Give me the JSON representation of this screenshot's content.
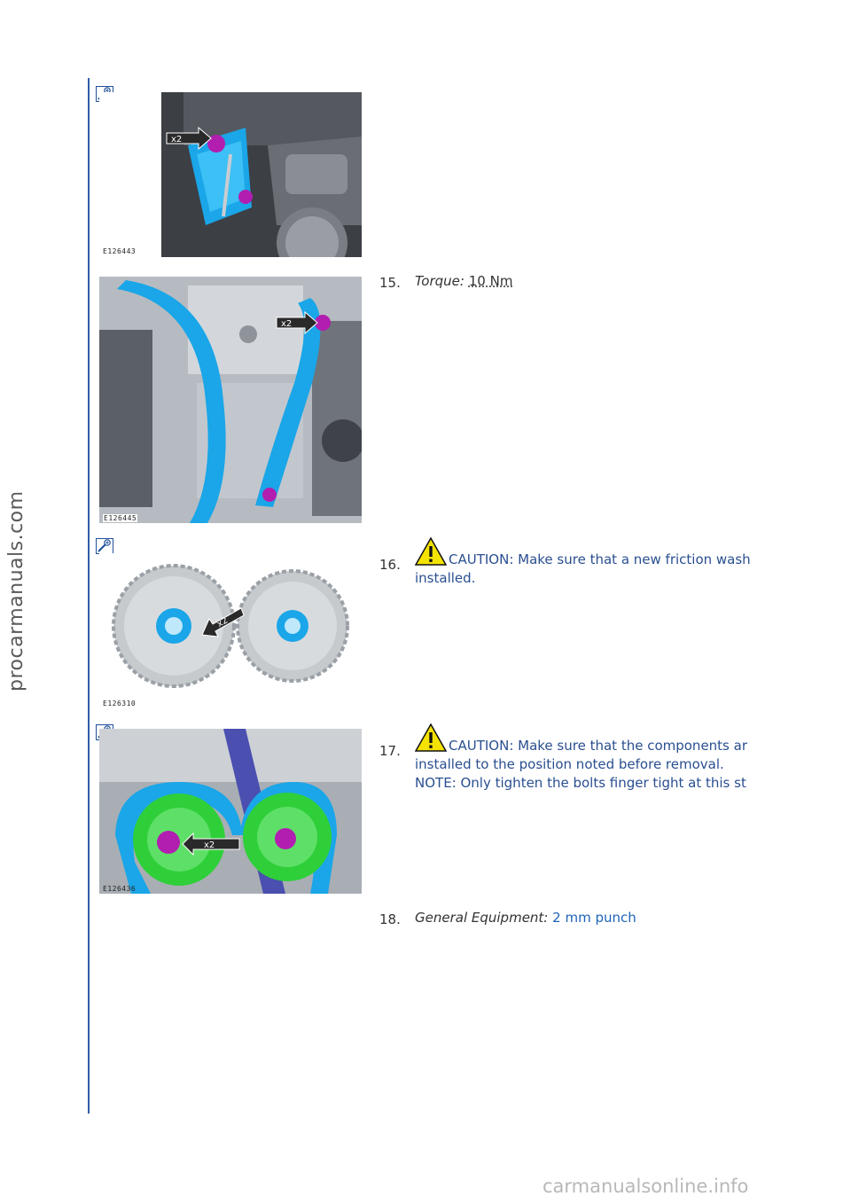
{
  "figures": [
    {
      "id": "fig1",
      "label": "E126443",
      "callout": "x2"
    },
    {
      "id": "fig2",
      "label": "E126445",
      "callout": "x2"
    },
    {
      "id": "fig3",
      "label": "E126310",
      "callout": "x2"
    },
    {
      "id": "fig4",
      "label": "E126436",
      "callout": "x2"
    }
  ],
  "steps": [
    {
      "num": "15.",
      "label": "Torque:",
      "value": "10 Nm"
    },
    {
      "num": "16.",
      "caution": "CAUTION: Make sure that a new friction wash",
      "line2": "installed."
    },
    {
      "num": "17.",
      "caution": "CAUTION: Make sure that the components ar",
      "line2": "installed to the position noted before removal.",
      "note": "NOTE: Only tighten the bolts finger tight at this st"
    },
    {
      "num": "18.",
      "label": "General Equipment:",
      "value": "2 mm punch"
    }
  ],
  "watermarks": {
    "side": "procarmanuals.com",
    "bottom": "carmanualsonline.info"
  },
  "colors": {
    "rule": "#2f5da8",
    "part_blue": "#1aa6e8",
    "bolt": "#b21eb0",
    "sprocket_green": "#2fcf3a"
  }
}
